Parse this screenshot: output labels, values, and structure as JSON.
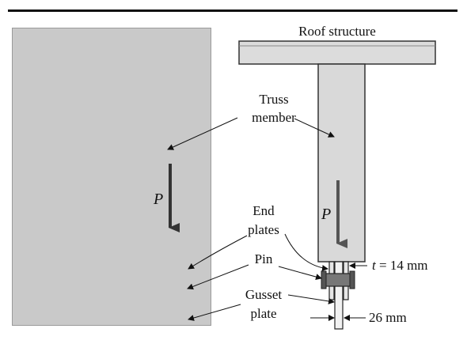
{
  "figure": {
    "roof_label": "Roof structure",
    "truss_label_line1": "Truss",
    "truss_label_line2": "member",
    "load_label_photo": "P",
    "load_label_diagram": "P",
    "end_plates_line1": "End",
    "end_plates_line2": "plates",
    "pin_label": "Pin",
    "gusset_line1": "Gusset",
    "gusset_line2": "plate",
    "thickness_symbol": "t",
    "thickness_value": " = 14 mm",
    "width_value": "26 mm"
  }
}
